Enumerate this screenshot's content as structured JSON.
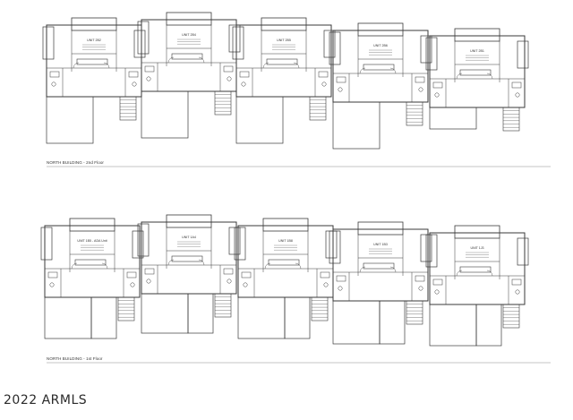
{
  "floors": [
    {
      "caption": "NORTH BUILDING - 2nd Floor",
      "units": [
        {
          "label": "UNIT 2B2"
        },
        {
          "label": "UNIT 2B4"
        },
        {
          "label": "UNIT 2B5"
        },
        {
          "label": "UNIT 2B6"
        },
        {
          "label": "UNIT 2B1"
        }
      ]
    },
    {
      "caption": "NORTH BUILDING - 1st Floor",
      "units": [
        {
          "label": "UNIT 1B5 - ADA Unit"
        },
        {
          "label": "UNIT 1A4"
        },
        {
          "label": "UNIT 1B8"
        },
        {
          "label": "UNIT 1B3"
        },
        {
          "label": "UNIT 1J3"
        }
      ]
    }
  ],
  "watermark": "2022 ARMLS",
  "colors": {
    "line": "#3a3a3a",
    "background": "#ffffff",
    "rule": "#8a8a8a"
  }
}
